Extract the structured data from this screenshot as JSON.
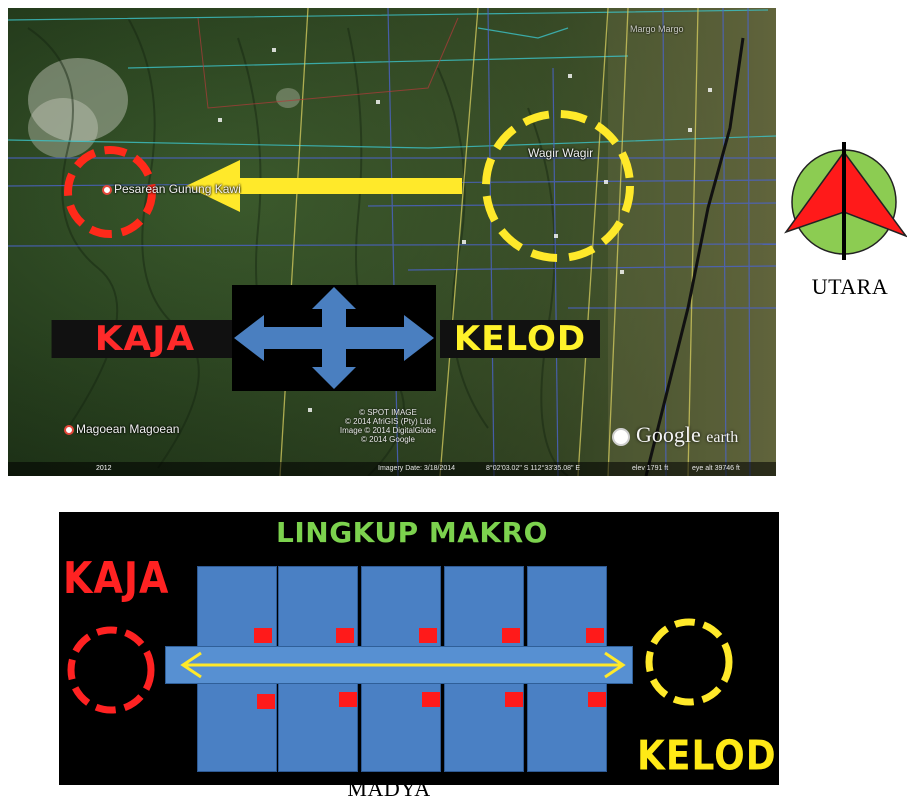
{
  "satellite": {
    "places": {
      "pesarean": "Pesarean Gunung Kawi",
      "wagir": "Wagir Wagir",
      "magoean": "Magoean Magoean",
      "top_right": "Margo Margo"
    },
    "credits": [
      "© SPOT IMAGE",
      "© 2014 AfriGIS (Pty) Ltd",
      "Image © 2014 DigitalGlobe",
      "© 2014 Google"
    ],
    "status": {
      "imagery_date": "Imagery Date: 3/18/2014",
      "coords": "8°02'03.02\" S  112°33'35.08\" E",
      "elev": "elev  1791 ft",
      "eye_alt": "eye alt  39746 ft"
    },
    "year_badge": "2012",
    "logo": "Google",
    "logo_suffix": "earth",
    "kaja_label": "KAJA",
    "kelod_label": "KELOD",
    "colors": {
      "red_circle": "#ff2a1a",
      "yellow_circle": "#ffe92a",
      "arrow": "#ffe92a",
      "cross_arrow": "#4a7fc0"
    }
  },
  "compass": {
    "label": "UTARA",
    "colors": {
      "disk": "#8ccc52",
      "pointer": "#ff1a1a"
    }
  },
  "diagram": {
    "title": "LINGKUP MAKRO",
    "kaja_label": "KAJA",
    "kelod_label": "KELOD",
    "caption": "MADYA",
    "colors": {
      "cell": "#4a80c4",
      "axis_bar": "#5790d2",
      "red_square": "#ff1a1a",
      "arrow": "#ffe92a"
    }
  }
}
